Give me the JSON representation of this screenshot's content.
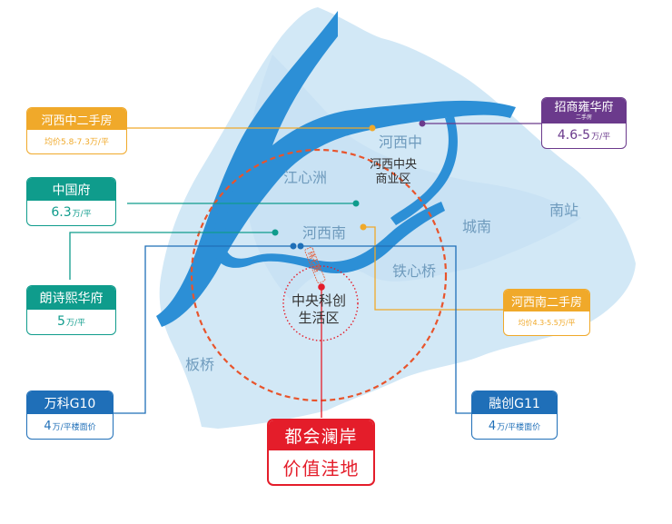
{
  "map": {
    "districts": {
      "hexizhong": "河西中",
      "jiangxinzhou": "江心洲",
      "hexinan": "河西南",
      "chengnan": "城南",
      "nanzhan": "南站",
      "tiexinqiao": "铁心桥",
      "banqiao": "板桥"
    },
    "cbd_line1": "河西中央",
    "cbd_line2": "商业区",
    "core_line1": "中央科创",
    "core_line2": "生活区",
    "road_label": "纬七路"
  },
  "cards": {
    "hexizhong_secondhand": {
      "title": "河西中二手房",
      "price": "均价5.8-7.3万/平",
      "color": "#f0a92a"
    },
    "zhongguofu": {
      "title": "中国府",
      "price": "6.3",
      "unit": "万/平",
      "color": "#0f9c8c"
    },
    "langshixi": {
      "title": "朗诗熙华府",
      "price": "5",
      "unit": "万/平",
      "color": "#0f9c8c"
    },
    "vanke": {
      "title": "万科G10",
      "price": "4",
      "unit": "万/平楼面价",
      "color": "#1f6fb8"
    },
    "zhaoshang": {
      "title": "招商雍华府",
      "subtitle": "二手房",
      "price": "4.6-5",
      "unit": "万/平",
      "color": "#6b3a8c"
    },
    "hexinan_secondhand": {
      "title": "河西南二手房",
      "price": "均价4.3-5.5万/平",
      "color": "#f0a92a"
    },
    "sunac": {
      "title": "融创G11",
      "price": "4",
      "unit": "万/平楼面价",
      "color": "#1f6fb8"
    }
  },
  "cta": {
    "line1": "都会澜岸",
    "line2": "价值洼地",
    "color": "#e41d2a"
  },
  "colors": {
    "land": "#d2e8f6",
    "river": "#2c8fd6",
    "ring": "#e8542c",
    "core_ring": "#e41d2a"
  }
}
